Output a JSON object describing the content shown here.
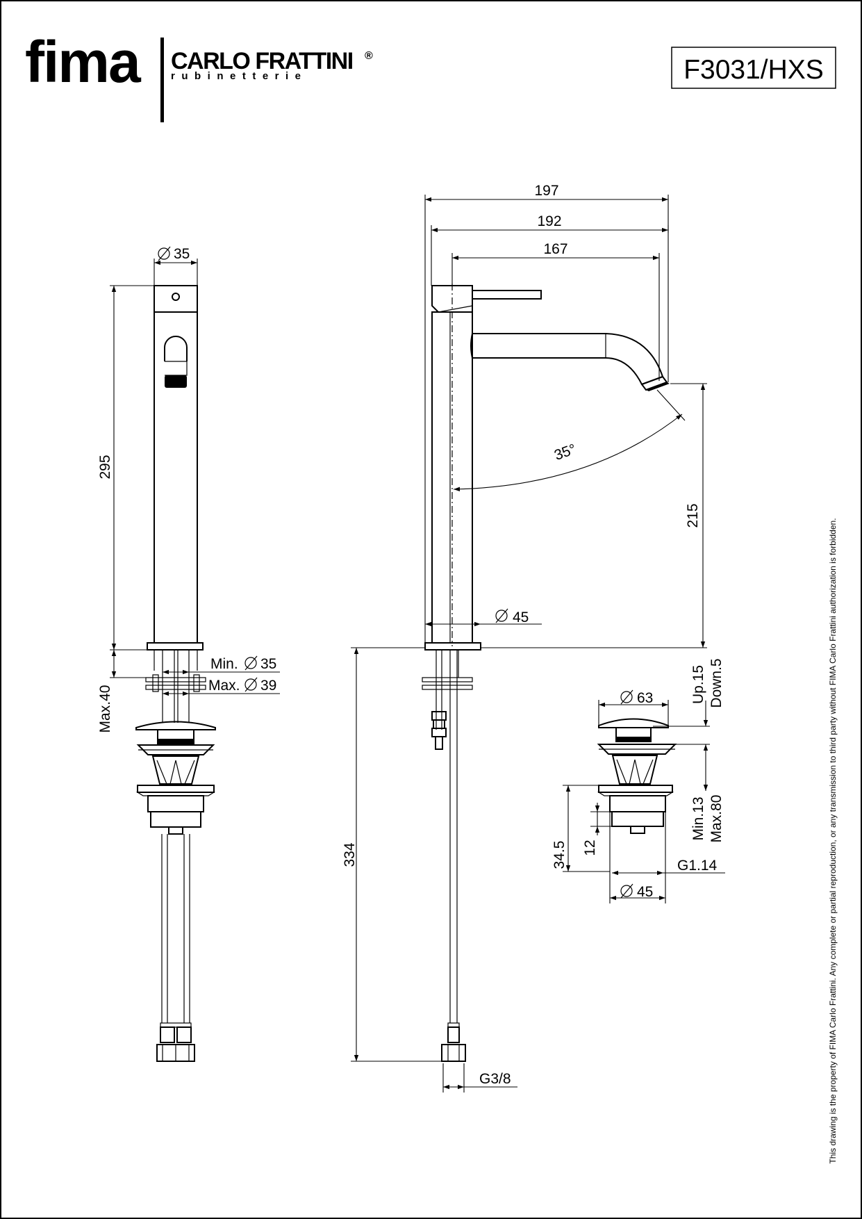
{
  "brand": {
    "logo_text": "fima",
    "company": "CARLO FRATTINI",
    "company_mark": "®",
    "tagline": "rubinetterie"
  },
  "model_code": "F3031/HXS",
  "footer_note": "This drawing is the property of FIMA Carlo Frattini. Any complete or partial reproduction, or any transmission to third party without FIMA Carlo Frattini authorization is forbidden.",
  "front_view": {
    "diameter_top": "35",
    "height_body": "295",
    "hole_min": "Min.",
    "hole_min_value": "35",
    "hole_max": "Max.",
    "hole_max_value": "39",
    "deck_max": "Max.40"
  },
  "side_view": {
    "width_overall": "197",
    "width_spout_outer": "192",
    "width_spout": "167",
    "swivel_angle": "35°",
    "spout_height": "215",
    "base_diameter": "45",
    "hose_length": "334",
    "hose_thread": "G3/8"
  },
  "waste_view": {
    "cap_diameter": "63",
    "travel_up": "Up.15",
    "travel_down": "Down.5",
    "body_height": "34.5",
    "thread_height": "12",
    "basin_min": "Min.13",
    "basin_max": "Max.80",
    "thread": "G1.14",
    "body_diameter": "45"
  },
  "colors": {
    "line": "#000000",
    "background": "#ffffff"
  }
}
